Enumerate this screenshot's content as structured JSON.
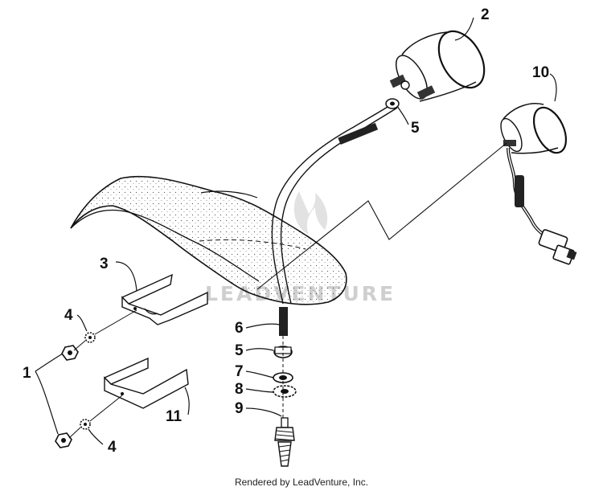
{
  "diagram": {
    "callouts": {
      "c1": "1",
      "c2": "2",
      "c3": "3",
      "c4a": "4",
      "c4b": "4",
      "c5a": "5",
      "c5b": "5",
      "c6": "6",
      "c7": "7",
      "c8": "8",
      "c9": "9",
      "c10": "10",
      "c11": "11"
    },
    "watermark": "LEADVENTURE"
  },
  "footer": {
    "credit": "Rendered by LeadVenture, Inc."
  }
}
